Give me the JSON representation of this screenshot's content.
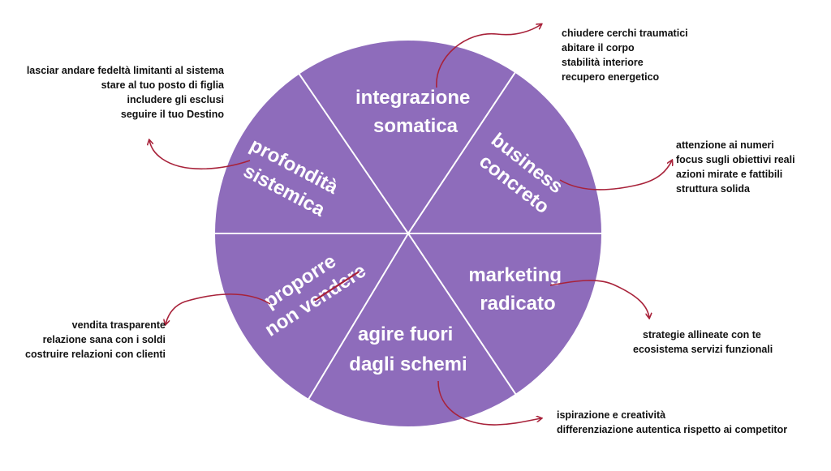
{
  "colors": {
    "wheel_fill": "#8e6cbb",
    "divider": "#ffffff",
    "arrow": "#a8223a",
    "text_dark": "#111111",
    "label_text": "#ffffff"
  },
  "segments": [
    {
      "id": "integrazione",
      "lines": [
        "integrazione",
        "somatica"
      ]
    },
    {
      "id": "business",
      "lines": [
        "business",
        "concreto"
      ]
    },
    {
      "id": "marketing",
      "lines": [
        "marketing",
        "radicato"
      ]
    },
    {
      "id": "agire",
      "lines": [
        "agire fuori",
        "dagli schemi"
      ]
    },
    {
      "id": "proporre",
      "lines": [
        "proporre",
        "non vendere"
      ],
      "strike_word": "vendere"
    },
    {
      "id": "profondita",
      "lines": [
        "profondità",
        "sistemica"
      ]
    }
  ],
  "annotations": {
    "integrazione": [
      "chiudere cerchi traumatici",
      "abitare il corpo",
      "stabilità interiore",
      "recupero energetico"
    ],
    "business": [
      "attenzione ai numeri",
      "focus sugli obiettivi reali",
      "azioni mirate e fattibili",
      "struttura solida"
    ],
    "marketing": [
      "strategie allineate con te",
      "ecosistema servizi funzionali"
    ],
    "agire": [
      "ispirazione e creatività",
      "differenziazione autentica rispetto ai competitor"
    ],
    "proporre": [
      "vendita trasparente",
      "relazione sana con i soldi",
      "costruire relazioni con clienti"
    ],
    "profondita": [
      "lasciar andare fedeltà limitanti al sistema",
      "stare al tuo posto di figlia",
      "includere gli esclusi",
      "seguire il tuo Destino"
    ]
  }
}
